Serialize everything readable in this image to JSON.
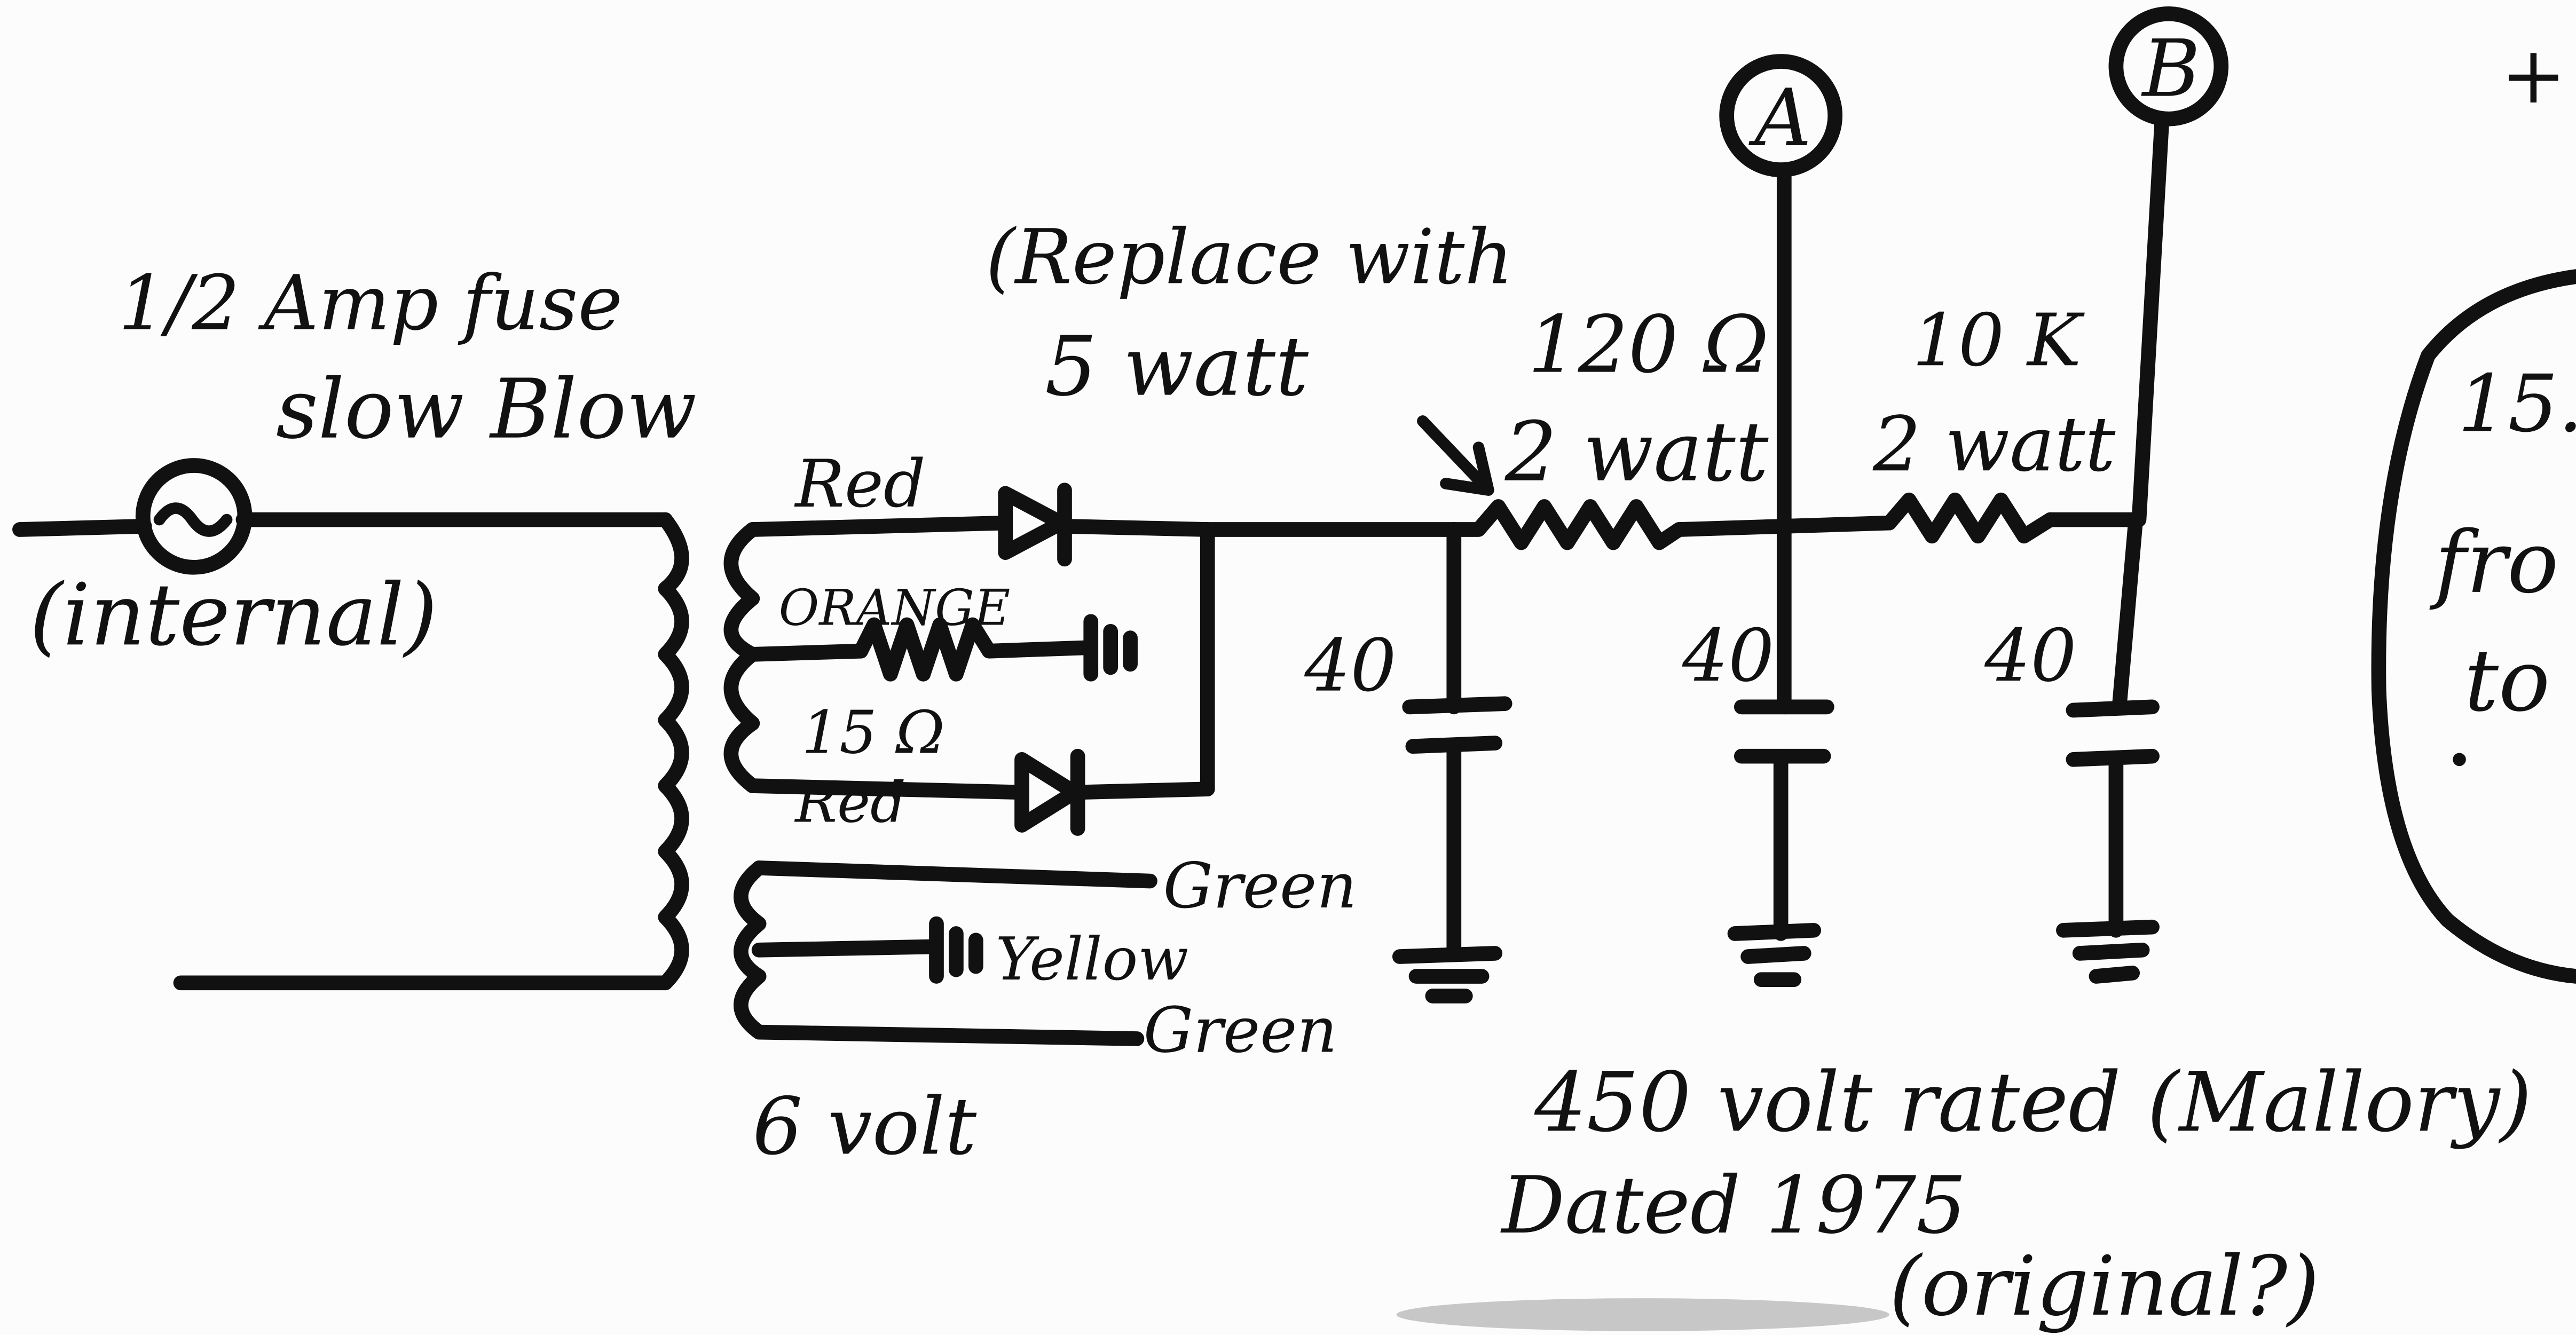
{
  "labels": {
    "fuse_rating": "1/2 Amp fuse",
    "fuse_type": "slow Blow",
    "fuse_location": "(internal)",
    "replace_line1": "(Replace with",
    "replace_line2": "5 watt",
    "r1_value": "120 Ω",
    "r1_power": "2 watt",
    "r2_value": "10 K",
    "r2_power": "2 watt",
    "node_a": "A",
    "node_b": "B",
    "plus_sign": "+",
    "wire_red_top": "Red",
    "wire_orange": "ORANGE",
    "wire_resistor_15": "15 Ω",
    "wire_red_bottom": "Red",
    "wire_green_top": "Green",
    "wire_yellow": "Yellow",
    "wire_green_bottom": "Green",
    "winding_6v": "6 volt",
    "cap1_value": "40",
    "cap2_value": "40",
    "cap3_value": "40",
    "cap_rating": "450 volt rated (Mallory)",
    "cap_dated": "Dated 1975",
    "cap_original": "(original?)",
    "cutoff_box_1": "15.",
    "cutoff_box_2": "fro",
    "cutoff_box_3": "to"
  }
}
